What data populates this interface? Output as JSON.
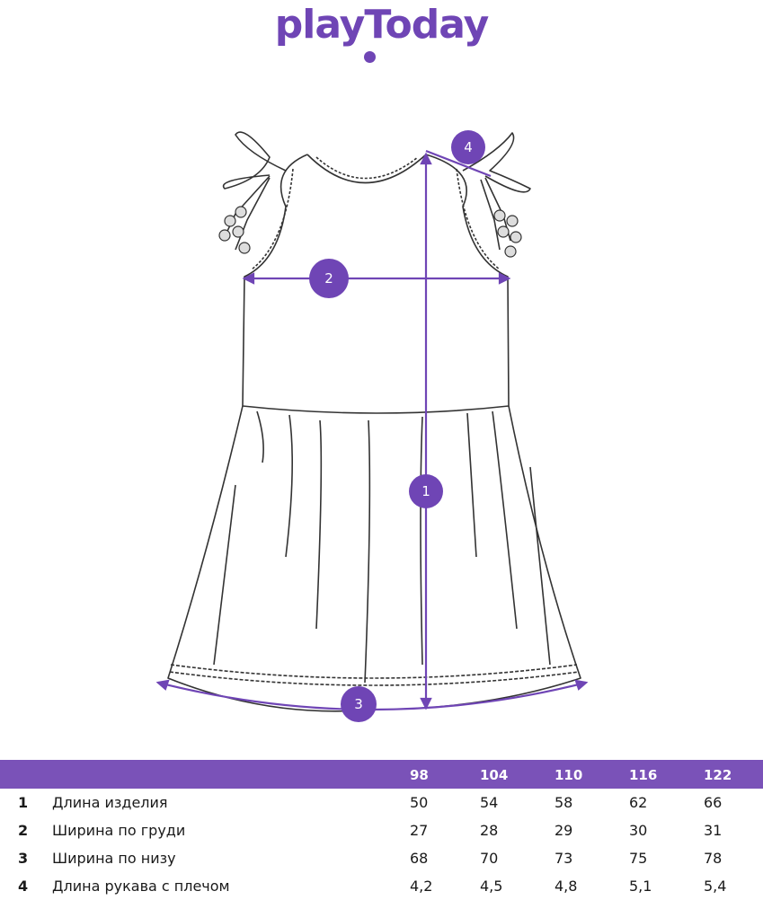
{
  "brand": {
    "name": "playToday"
  },
  "markers": [
    "1",
    "2",
    "3",
    "4"
  ],
  "size_table": {
    "sizes": [
      "98",
      "104",
      "110",
      "116",
      "122"
    ],
    "rows": [
      {
        "num": "1",
        "label": "Длина изделия",
        "values": [
          "50",
          "54",
          "58",
          "62",
          "66"
        ]
      },
      {
        "num": "2",
        "label": "Ширина по груди",
        "values": [
          "27",
          "28",
          "29",
          "30",
          "31"
        ]
      },
      {
        "num": "3",
        "label": "Ширина по низу",
        "values": [
          "68",
          "70",
          "73",
          "75",
          "78"
        ]
      },
      {
        "num": "4",
        "label": "Длина рукава с плечом",
        "values": [
          "4,2",
          "4,5",
          "4,8",
          "5,1",
          "5,4"
        ]
      }
    ]
  },
  "colors": {
    "accent": "#7a52b8",
    "measure_line": "#6f45b5"
  }
}
